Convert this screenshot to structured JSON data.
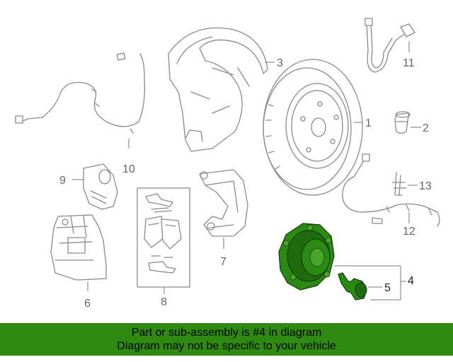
{
  "diagram": {
    "callouts": [
      "1",
      "2",
      "3",
      "4",
      "5",
      "6",
      "7",
      "8",
      "9",
      "10",
      "11",
      "12",
      "13"
    ],
    "highlight_color": "#2a8a14"
  },
  "banner": {
    "line1": "Part or sub-assembly is #4 in diagram",
    "line2": "Diagram may not be specific to your vehicle",
    "background": "#2f8a12"
  }
}
